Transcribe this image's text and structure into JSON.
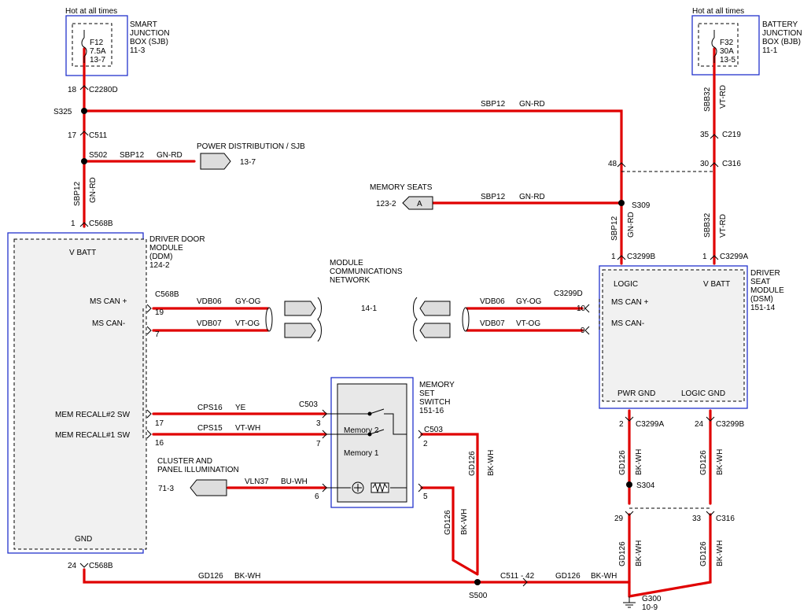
{
  "fuses": {
    "sjb_hot": "Hot at all times",
    "sjb_name": "SMART\nJUNCTION\nBOX (SJB)\n11-3",
    "sjb_fuse": "F12\n7.5A\n13-7",
    "bjb_hot": "Hot at all times",
    "bjb_name": "BATTERY\nJUNCTION\nBOX (BJB)\n11-1",
    "bjb_fuse": "F32\n30A\n13-5"
  },
  "left_feed": {
    "pin18": "18",
    "c2280d": "C2280D",
    "s325": "S325",
    "pin17": "17",
    "c511": "C511",
    "s502": "S502",
    "sbp12_a": "SBP12",
    "gnrd_a": "GN-RD",
    "power_dist": "POWER DISTRIBUTION / SJB",
    "power_ref": "13-7",
    "sbp12_v": "SBP12",
    "gnrd_v": "GN-RD",
    "pin1": "1",
    "c568b": "C568B"
  },
  "ddm": {
    "name": "DRIVER DOOR\nMODULE\n(DDM)\n124-2",
    "vbatt": "V BATT",
    "mscan_p": "MS CAN +",
    "mscan_m": "MS CAN-",
    "recall2": "MEM RECALL#2 SW",
    "recall1": "MEM RECALL#1 SW",
    "gnd": "GND",
    "c568b_can": "C568B",
    "pin19": "19",
    "pin7": "7",
    "pin17": "17",
    "pin16": "16",
    "pin24": "24",
    "c568b_gnd": "C568B"
  },
  "can": {
    "vdb06_l": "VDB06",
    "gyog_l": "GY-OG",
    "vdb07_l": "VDB07",
    "vtog_l": "VT-OG",
    "network": "MODULE\nCOMMUNICATIONS\nNETWORK",
    "net_ref": "14-1",
    "vdb06_r": "VDB06",
    "gyog_r": "GY-OG",
    "vdb07_r": "VDB07",
    "vtog_r": "VT-OG",
    "c3299d": "C3299D",
    "pin10": "10",
    "pin9": "9"
  },
  "top_run": {
    "sbp12": "SBP12",
    "gnrd": "GN-RD",
    "pin48": "48",
    "s309": "S309",
    "memory_seats": "MEMORY SEATS",
    "ms_ref": "123-2",
    "ms_conn": "A",
    "sbp12_b": "SBP12",
    "gnrd_b": "GN-RD",
    "sbp12_v": "SBP12",
    "gnrd_v": "GN-RD",
    "pin1": "1",
    "c3299b": "C3299B"
  },
  "right_feed": {
    "sbb32": "SBB32",
    "vtrd": "VT-RD",
    "pin35": "35",
    "c219": "C219",
    "pin30": "30",
    "c316": "C316",
    "sbb32_b": "SBB32",
    "vtrd_b": "VT-RD",
    "pin1": "1",
    "c3299a": "C3299A"
  },
  "dsm": {
    "name": "DRIVER\nSEAT\nMODULE\n(DSM)\n151-14",
    "logic": "LOGIC",
    "vbatt": "V BATT",
    "mscan_p": "MS CAN +",
    "mscan_m": "MS CAN-",
    "pwr_gnd": "PWR GND",
    "logic_gnd": "LOGIC GND"
  },
  "switch": {
    "name": "MEMORY\nSET\nSWITCH\n151-16",
    "memory2": "Memory 2",
    "memory1": "Memory 1",
    "cps16": "CPS16",
    "ye": "YE",
    "c503_top": "C503",
    "pin3": "3",
    "cps15": "CPS15",
    "vtwh": "VT-WH",
    "pin7": "7",
    "c503_r": "C503",
    "pin2": "2",
    "cluster": "CLUSTER AND\nPANEL ILLUMINATION",
    "cl_ref": "71-3",
    "vln37": "VLN37",
    "buwh": "BU-WH",
    "pin6": "6",
    "pin5": "5"
  },
  "ground": {
    "gd126_a": "GD126",
    "bkwh_a": "BK-WH",
    "gd126_b": "GD126",
    "bkwh_b": "BK-WH",
    "gd126_bot": "GD126",
    "bkwh_bot": "BK-WH",
    "s500": "S500",
    "c511_42": "C511 - 42",
    "gd126_r": "GD126",
    "bkwh_r": "BK-WH",
    "pin2": "2",
    "c3299a": "C3299A",
    "pin24": "24",
    "c3299b": "C3299B",
    "gd126_c": "GD126",
    "bkwh_c": "BK-WH",
    "gd126_d": "GD126",
    "bkwh_d": "BK-WH",
    "s304": "S304",
    "pin29": "29",
    "pin33": "33",
    "c316": "C316",
    "gd126_e": "GD126",
    "bkwh_e": "BK-WH",
    "gd126_f": "GD126",
    "bkwh_f": "BK-WH",
    "g300": "G300\n10-9"
  }
}
